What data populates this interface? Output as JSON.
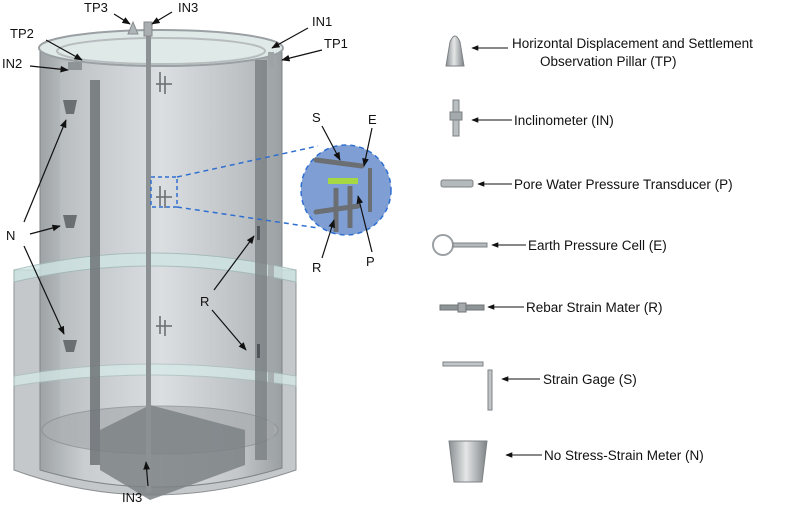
{
  "callouts": {
    "tp3": "TP3",
    "in3_top": "IN3",
    "in1": "IN1",
    "tp2": "TP2",
    "tp1": "TP1",
    "in2": "IN2",
    "n": "N",
    "r": "R",
    "in3_bottom": "IN3",
    "inset_s": "S",
    "inset_e": "E",
    "inset_r": "R",
    "inset_p": "P"
  },
  "legend": [
    {
      "icon": "pillar-icon",
      "lines": [
        "Horizontal Displacement and Settlement",
        "Observation Pillar (TP)"
      ]
    },
    {
      "icon": "inclinometer-icon",
      "lines": [
        "Inclinometer (IN)"
      ]
    },
    {
      "icon": "pore-pressure-icon",
      "lines": [
        "Pore Water Pressure Transducer (P)"
      ]
    },
    {
      "icon": "earth-pressure-icon",
      "lines": [
        "Earth Pressure Cell (E)"
      ]
    },
    {
      "icon": "rebar-strain-icon",
      "lines": [
        "Rebar Strain Mater (R)"
      ]
    },
    {
      "icon": "strain-gage-icon",
      "lines": [
        "Strain Gage (S)"
      ]
    },
    {
      "icon": "no-stress-icon",
      "lines": [
        "No Stress-Strain Meter (N)"
      ]
    }
  ],
  "colors": {
    "wall": "#bfc3c6",
    "wall_dark": "#8e9396",
    "glass": "#cfe6e4",
    "dash": "#2f6fd0",
    "inset_fill": "#7f9fd4",
    "pressure": "#a6d843"
  }
}
